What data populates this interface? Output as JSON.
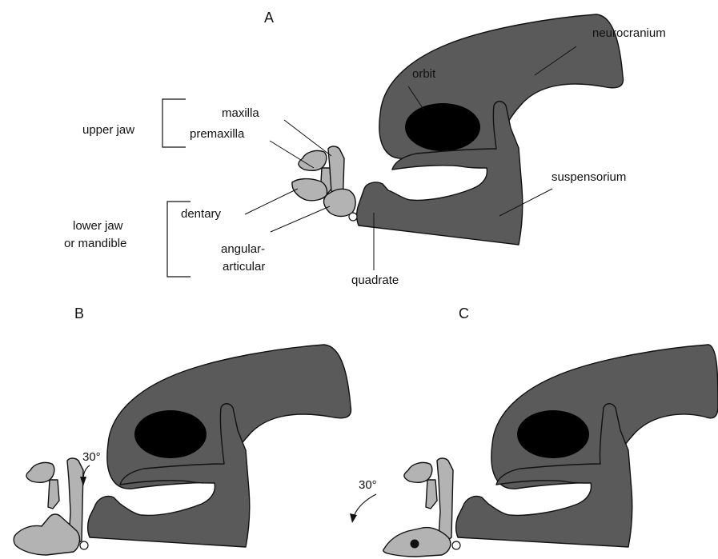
{
  "panels": {
    "a": "A",
    "b": "B",
    "c": "C"
  },
  "labels": {
    "neurocranium": "neurocranium",
    "orbit": "orbit",
    "maxilla": "maxilla",
    "premaxilla": "premaxilla",
    "upper_jaw": "upper jaw",
    "lower_jaw_line1": "lower jaw",
    "lower_jaw_line2": "or mandible",
    "dentary": "dentary",
    "angular_line1": "angular-",
    "angular_line2": "articular",
    "quadrate": "quadrate",
    "suspensorium": "suspensorium",
    "angle_b": "30°",
    "angle_c": "30°"
  },
  "colors": {
    "bone_dark": "#5a5a5a",
    "bone_light": "#b3b3b3",
    "orbit": "#000000"
  }
}
